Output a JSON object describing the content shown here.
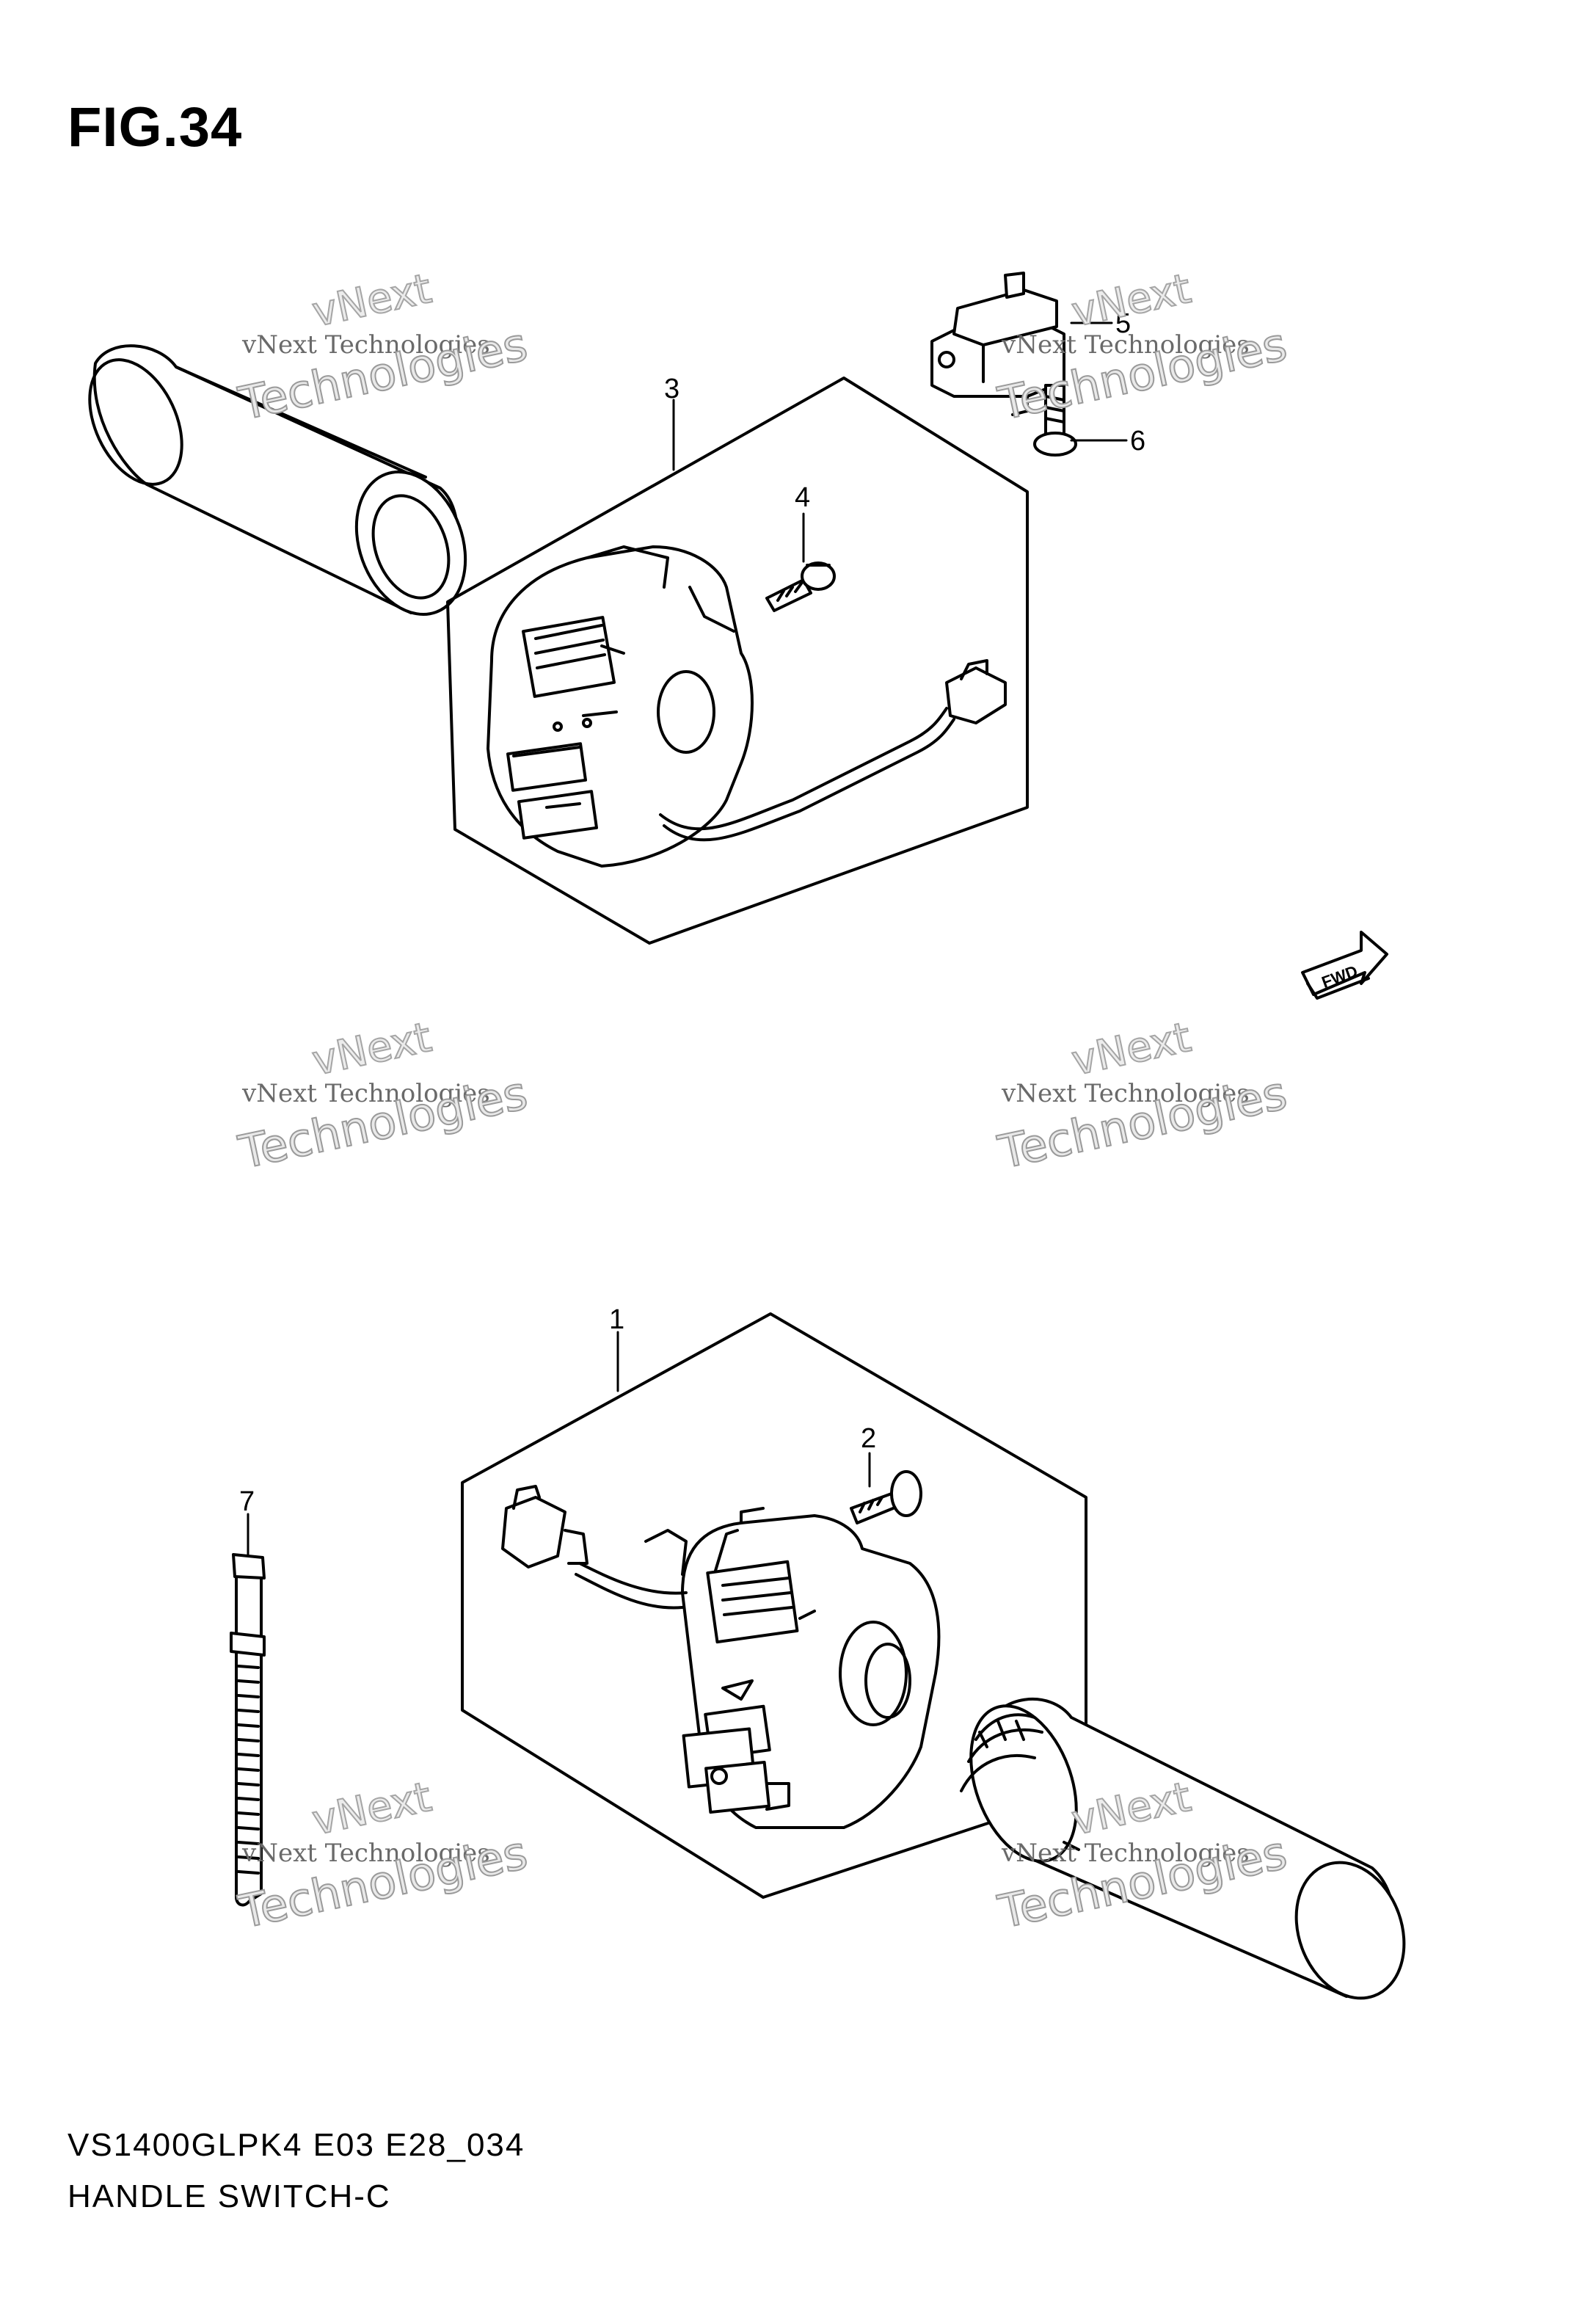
{
  "figure": {
    "title": "FIG.34"
  },
  "footer": {
    "code": "VS1400GLPK4 E03 E28_034",
    "name": "HANDLE SWITCH-C"
  },
  "badge": {
    "label": "FWD"
  },
  "watermark": {
    "line1": "vNext Technologies",
    "line2": "vNext",
    "line3": "Technologies"
  },
  "callouts": [
    "1",
    "2",
    "3",
    "4",
    "5",
    "6",
    "7"
  ],
  "colors": {
    "ink": "#000000",
    "paper": "#ffffff"
  }
}
